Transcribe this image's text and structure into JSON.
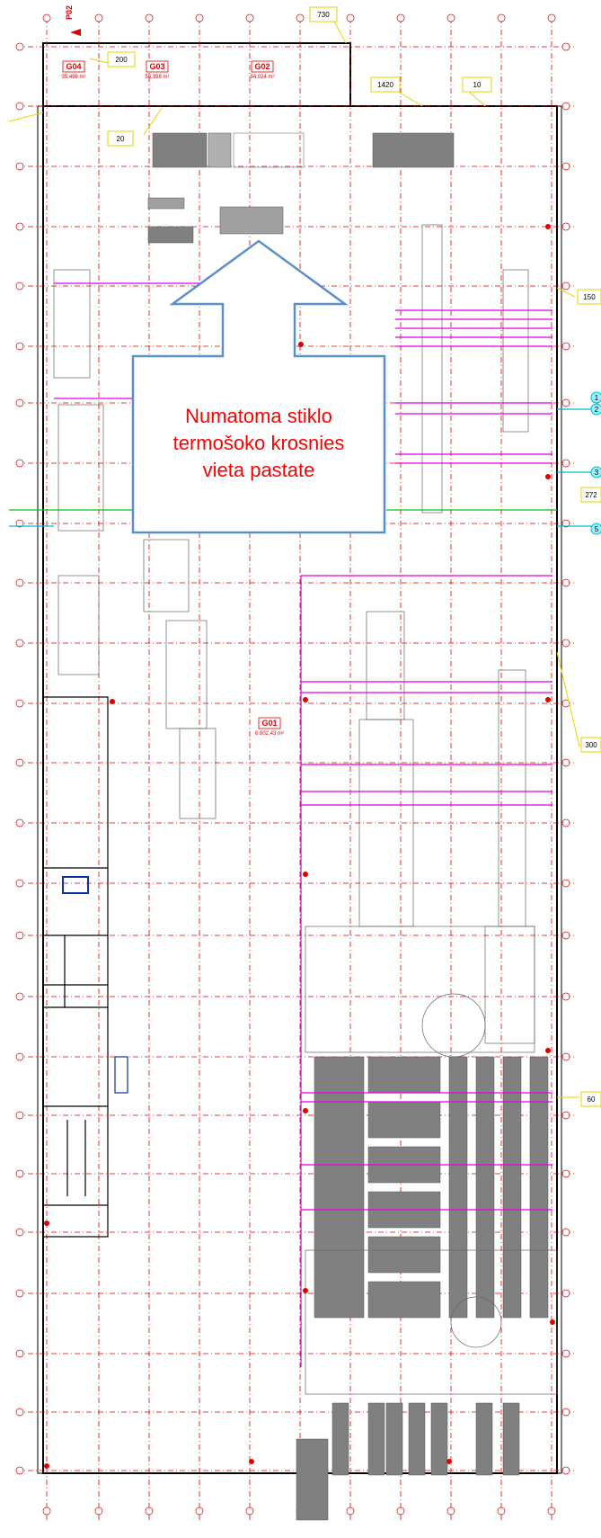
{
  "callout": {
    "lines": [
      "Numatoma stiklo",
      "termošoko krosnies",
      "vieta pastate"
    ]
  },
  "grid_label_top": "P02",
  "rooms": [
    {
      "code": "G04",
      "area": "35,498 m²"
    },
    {
      "code": "G03",
      "area": "55,398 m²"
    },
    {
      "code": "G02",
      "area": "94,024 m²"
    },
    {
      "code": "G01",
      "area": "6 802,43 m²"
    }
  ],
  "dimension_tags": [
    {
      "id": "tag-730",
      "text": "730"
    },
    {
      "id": "tag-200",
      "text": "200"
    },
    {
      "id": "tag-1420",
      "text": "1420"
    },
    {
      "id": "tag-10",
      "text": "10"
    },
    {
      "id": "tag-20",
      "text": "20"
    },
    {
      "id": "tag-150",
      "text": "150"
    },
    {
      "id": "tag-272",
      "text": "272"
    },
    {
      "id": "tag-300",
      "text": "300"
    },
    {
      "id": "tag-60",
      "text": "60"
    }
  ],
  "edge_bubbles": [
    "1",
    "2",
    "3",
    "5"
  ],
  "colors": {
    "grid": "#e00000",
    "callout_border": "#5b8fc7",
    "callout_text": "#ff0000",
    "magenta_lines": "#e000e0",
    "equipment": "#808080",
    "tag_border": "#e6d600"
  }
}
